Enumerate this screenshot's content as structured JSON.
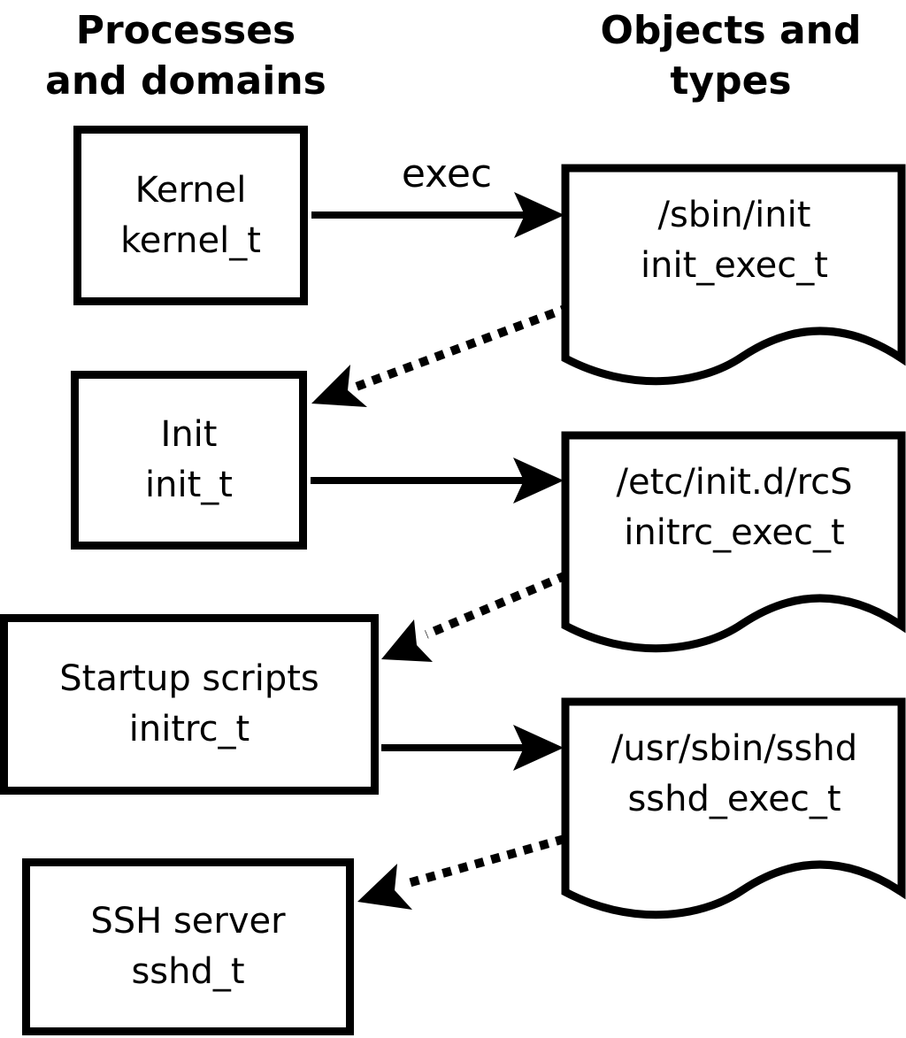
{
  "headers": {
    "left": "Processes\nand domains",
    "right": "Objects and\ntypes"
  },
  "processes": [
    {
      "name": "Kernel",
      "type": "kernel_t"
    },
    {
      "name": "Init",
      "type": "init_t"
    },
    {
      "name": "Startup scripts",
      "type": "initrc_t"
    },
    {
      "name": "SSH server",
      "type": "sshd_t"
    }
  ],
  "objects": [
    {
      "path": "/sbin/init",
      "type": "init_exec_t"
    },
    {
      "path": "/etc/init.d/rcS",
      "type": "initrc_exec_t"
    },
    {
      "path": "/usr/sbin/sshd",
      "type": "sshd_exec_t"
    }
  ],
  "edges": [
    {
      "from": "Kernel (kernel_t)",
      "to": "/sbin/init (init_exec_t)",
      "style": "solid",
      "label": "exec"
    },
    {
      "from": "/sbin/init (init_exec_t)",
      "to": "Init (init_t)",
      "style": "dotted",
      "label": ""
    },
    {
      "from": "Init (init_t)",
      "to": "/etc/init.d/rcS (initrc_exec_t)",
      "style": "solid",
      "label": ""
    },
    {
      "from": "/etc/init.d/rcS (initrc_exec_t)",
      "to": "Startup scripts (initrc_t)",
      "style": "dotted",
      "label": ""
    },
    {
      "from": "Startup scripts (initrc_t)",
      "to": "/usr/sbin/sshd (sshd_exec_t)",
      "style": "solid",
      "label": ""
    },
    {
      "from": "/usr/sbin/sshd (sshd_exec_t)",
      "to": "SSH server (sshd_t)",
      "style": "dotted",
      "label": ""
    }
  ],
  "colors": {
    "ink": "#000000",
    "background": "#ffffff"
  }
}
